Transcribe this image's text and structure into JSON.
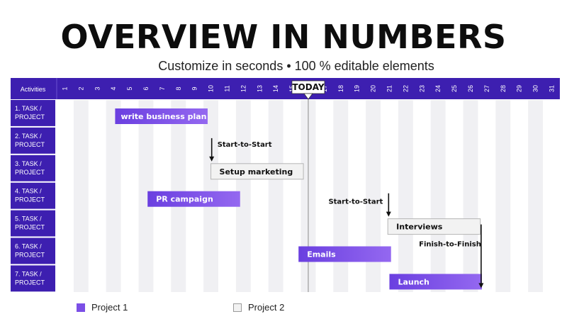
{
  "title": "OVERVIEW IN NUMBERS",
  "subtitle": "Customize in seconds • 100 % editable elements",
  "colors": {
    "accent": "#3d1fb0",
    "bar_project1": "#7b4fe6",
    "bar_project2": "#f2f2f2",
    "column_shade": "#f0f0f3"
  },
  "chart_data": {
    "type": "gantt",
    "header_label": "Activities",
    "days": [
      "1",
      "2",
      "3",
      "4",
      "5",
      "6",
      "7",
      "8",
      "9",
      "10",
      "11",
      "12",
      "13",
      "14",
      "15",
      "16",
      "17",
      "18",
      "19",
      "20",
      "21",
      "22",
      "23",
      "24",
      "25",
      "26",
      "27",
      "28",
      "29",
      "30",
      "31"
    ],
    "today": {
      "label": "TODAY",
      "day": 16.5
    },
    "rows": [
      "1. TASK / PROJECT",
      "2. TASK / PROJECT",
      "3. TASK / PROJECT",
      "4. TASK / PROJECT",
      "5. TASK / PROJECT",
      "6. TASK / PROJECT",
      "7. TASK / PROJECT"
    ],
    "tasks": [
      {
        "label": "write business plan",
        "row": 1,
        "start": 4.6,
        "end": 10.3,
        "project": 1
      },
      {
        "label": "Setup marketing",
        "row": 3,
        "start": 10.5,
        "end": 16.2,
        "project": 2
      },
      {
        "label": "PR campaign",
        "row": 4,
        "start": 6.6,
        "end": 12.3,
        "project": 1
      },
      {
        "label": "Interviews",
        "row": 5,
        "start": 21.4,
        "end": 27.1,
        "project": 2
      },
      {
        "label": "Emails",
        "row": 6,
        "start": 15.9,
        "end": 21.6,
        "project": 1
      },
      {
        "label": "Launch",
        "row": 7,
        "start": 21.5,
        "end": 27.2,
        "project": 1
      }
    ],
    "dependencies": [
      {
        "label": "Start-to-Start",
        "day": 10.55,
        "from_row": 2,
        "to_row": 3
      },
      {
        "label": "Start-to-Start",
        "day": 21.45,
        "from_row": 4,
        "to_row": 5
      },
      {
        "label": "Finish-to-Finish",
        "day": 27.15,
        "from_row": 5,
        "to_row": 7
      }
    ],
    "legend": [
      {
        "label": "Project 1",
        "project": 1
      },
      {
        "label": "Project 2",
        "project": 2
      }
    ]
  }
}
